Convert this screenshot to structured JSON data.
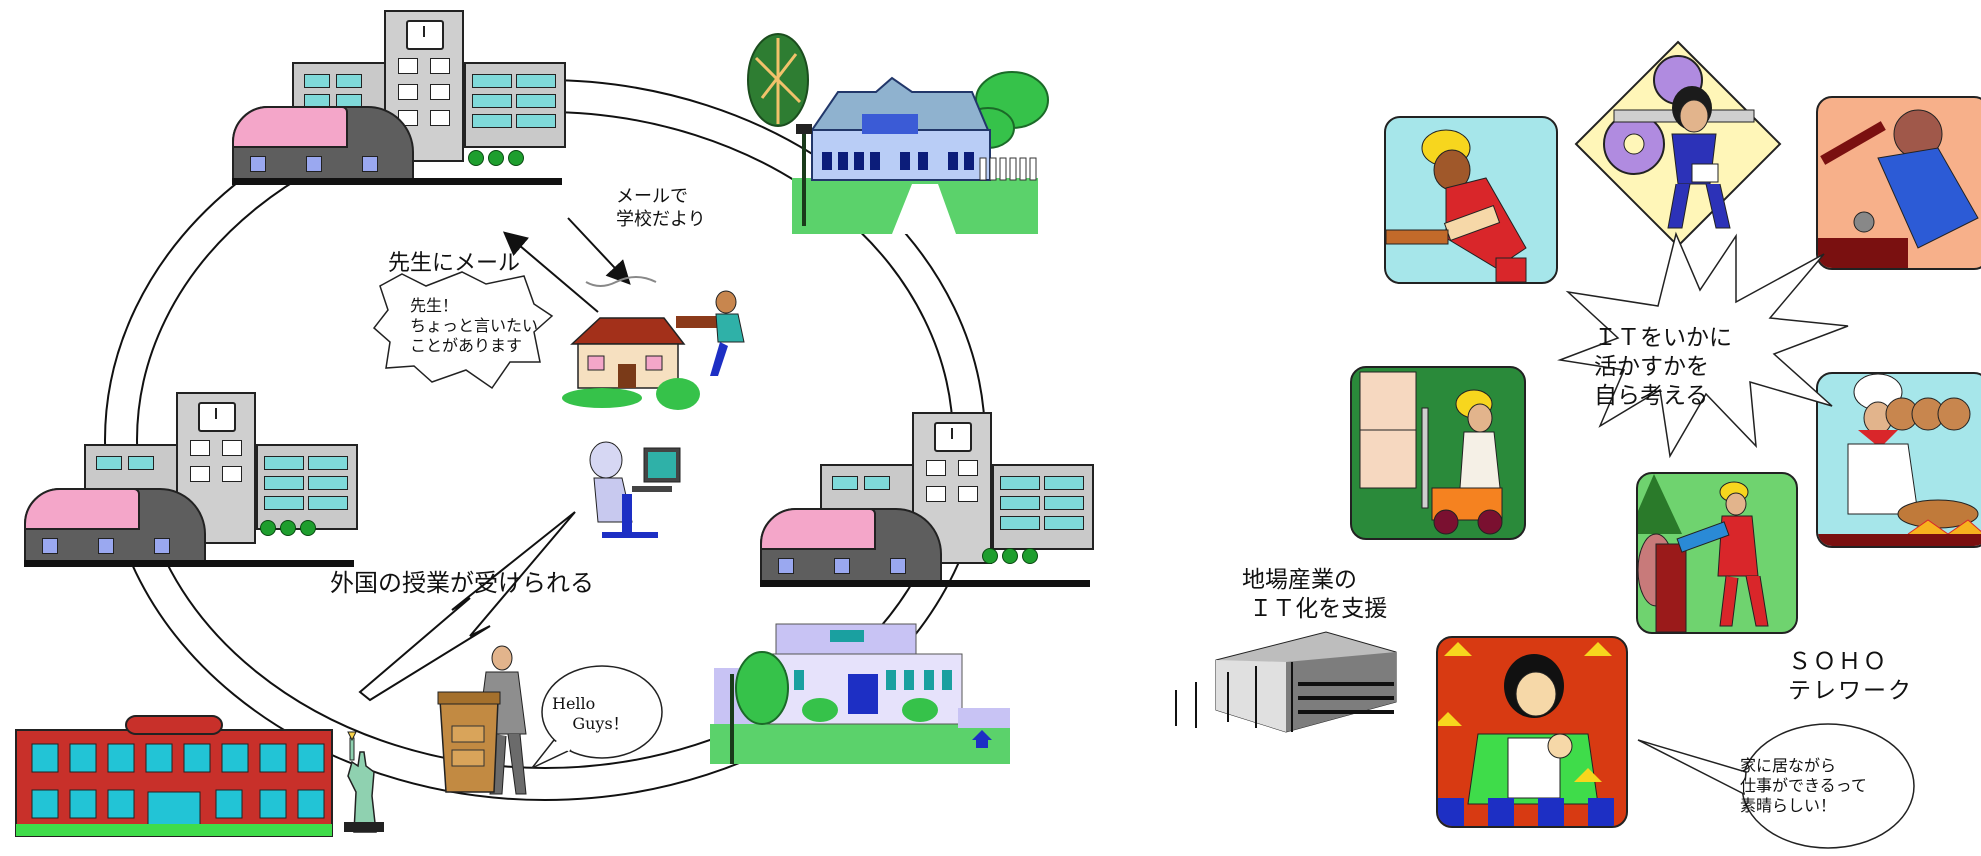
{
  "network": {
    "mail_to_school_label": "メールで\n学校だより",
    "mail_to_teacher_label": "先生にメール",
    "student_bubble": "先生！\nちょっと言いたい\nことがあります",
    "foreign_class_label": "外国の授業が受けられる",
    "presenter_bubble": "Hello\n    Guys！"
  },
  "industry": {
    "starburst_text": "ＩＴをいかに\n活かすかを\n自ら考える",
    "local_industry_label": "地場産業の\n ＩＴ化を支援",
    "soho_label": "ＳＯＨＯ\nテレワーク",
    "soho_bubble": "家に居ながら\n仕事ができるって\n素晴らしい！"
  },
  "colors": {
    "school_gray": "#c9c9c9",
    "gym_pink": "#f4a6c9",
    "window_cyan": "#7fd9d9",
    "grass_green": "#5bd26b",
    "brick_red": "#c8302a",
    "tile_cyan": "#a6e6ea",
    "tile_green": "#2a8a3a",
    "tile_orange": "#f7b08a",
    "tile_redorange": "#d83a12"
  }
}
